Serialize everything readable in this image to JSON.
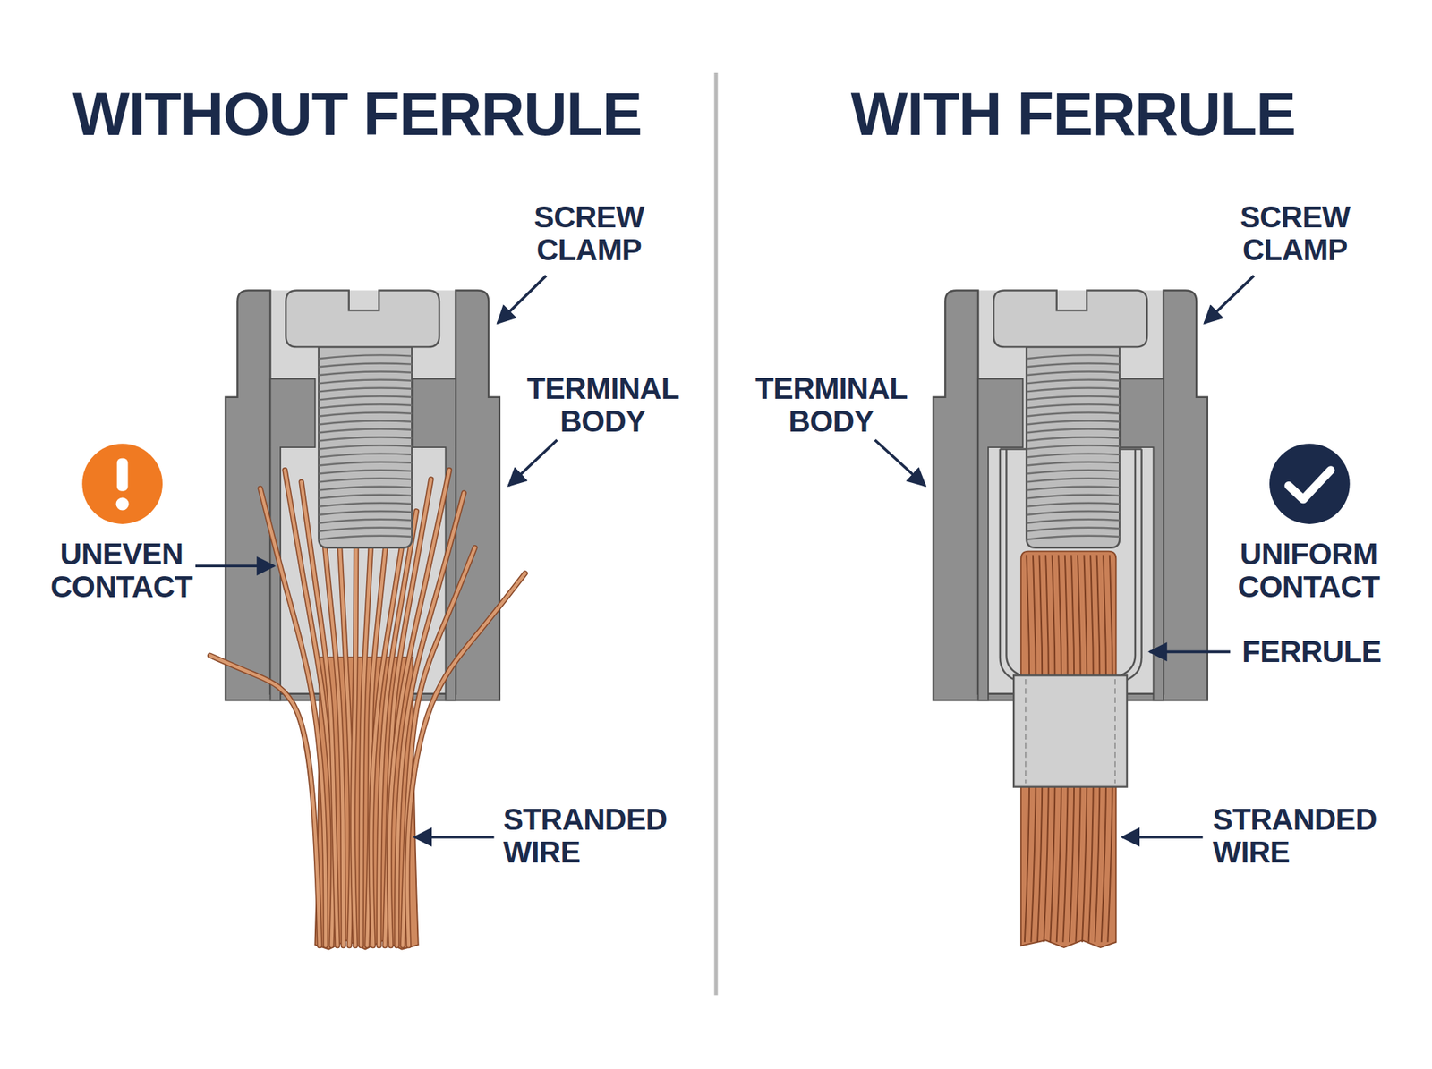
{
  "diagram": {
    "labels": [
      "WITHOUT FERRULE",
      "WITH FERRULE",
      "SCREW CLAMP",
      "TERMINAL BODY",
      "UNEVEN CONTACT",
      "STRANDED WIRE",
      "SCREW CLAMP",
      "TERMINAL BODY",
      "UNIFORM CONTACT",
      "FERRULE",
      "STRANDED WIRE"
    ]
  }
}
